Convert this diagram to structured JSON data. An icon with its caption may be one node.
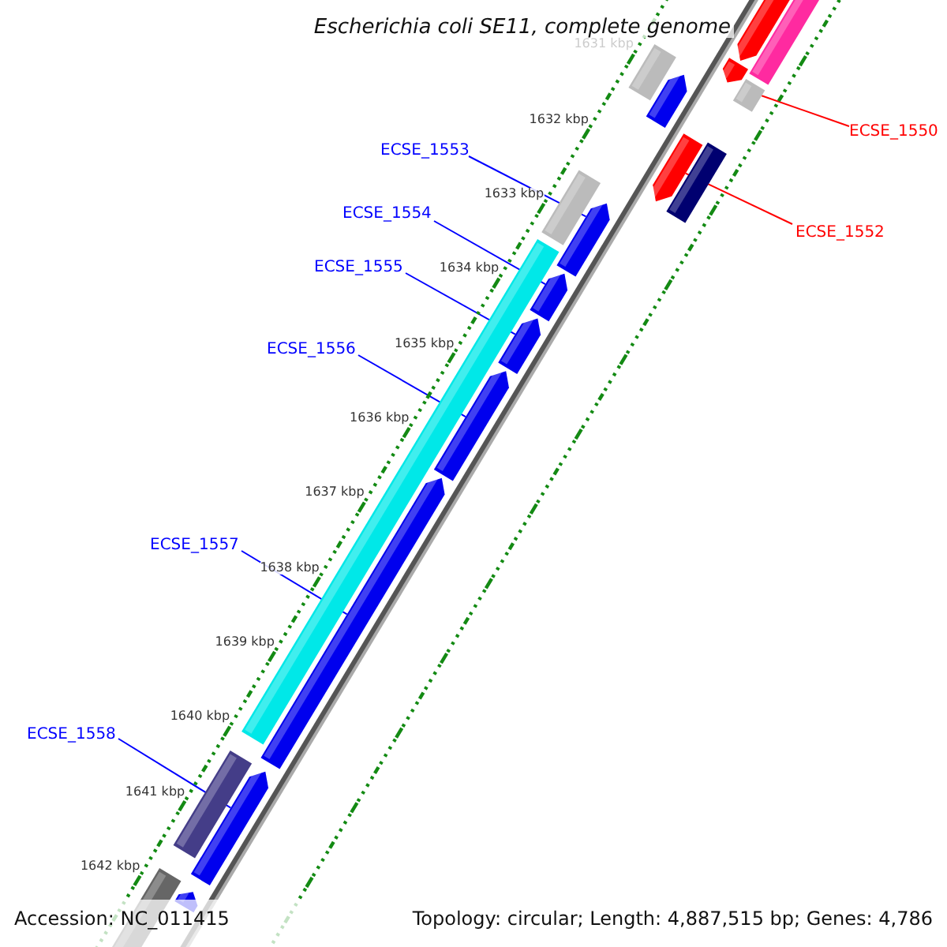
{
  "diagram": {
    "title": "Escherichia coli SE11, complete genome",
    "nodes": [
      {
        "text": [
          "ECSE_1550"
        ]
      },
      {
        "text": [
          "ECSE_1552"
        ]
      },
      {
        "text": [
          "ECSE_1553"
        ]
      },
      {
        "text": [
          "ECSE_1554"
        ]
      },
      {
        "text": [
          "ECSE_1555"
        ]
      },
      {
        "text": [
          "ECSE_1556"
        ]
      },
      {
        "text": [
          "ECSE_1557"
        ]
      },
      {
        "text": [
          "ECSE_1558"
        ]
      },
      {
        "text": [],
        "shape": "bar"
      },
      {
        "text": [],
        "shape": "bar"
      },
      {
        "text": [],
        "shape": "bar"
      },
      {
        "text": [],
        "shape": "bar"
      },
      {
        "text": [],
        "shape": "bar"
      },
      {
        "text": [],
        "shape": "bar"
      },
      {
        "text": [],
        "shape": "bar"
      },
      {
        "text": [],
        "shape": "bar"
      },
      {
        "text": [],
        "shape": "bar"
      },
      {
        "text": [],
        "shape": "bar"
      }
    ],
    "edges": [
      {
        "from": 0,
        "to": 8,
        "arrow": "none",
        "color": "#ff0000"
      },
      {
        "from": 1,
        "to": 9,
        "arrow": "none",
        "color": "#ff0000"
      },
      {
        "from": 2,
        "to": 10,
        "arrow": "none"
      },
      {
        "from": 3,
        "to": 11,
        "arrow": "none"
      },
      {
        "from": 4,
        "to": 12,
        "arrow": "none"
      },
      {
        "from": 5,
        "to": 13,
        "arrow": "none"
      },
      {
        "from": 6,
        "to": 14,
        "arrow": "none"
      },
      {
        "from": 7,
        "to": 15,
        "arrow": "none"
      }
    ],
    "labels": [
      "1631 kbp",
      "1632 kbp",
      "1633 kbp",
      "1634 kbp",
      "1635 kbp",
      "1636 kbp",
      "1637 kbp",
      "1638 kbp",
      "1639 kbp",
      "1640 kbp",
      "1641 kbp",
      "1642 kbp",
      "Accession: NC_011415",
      "Topology: circular; Length: 4,887,515 bp; Genes: 4,786"
    ]
  }
}
